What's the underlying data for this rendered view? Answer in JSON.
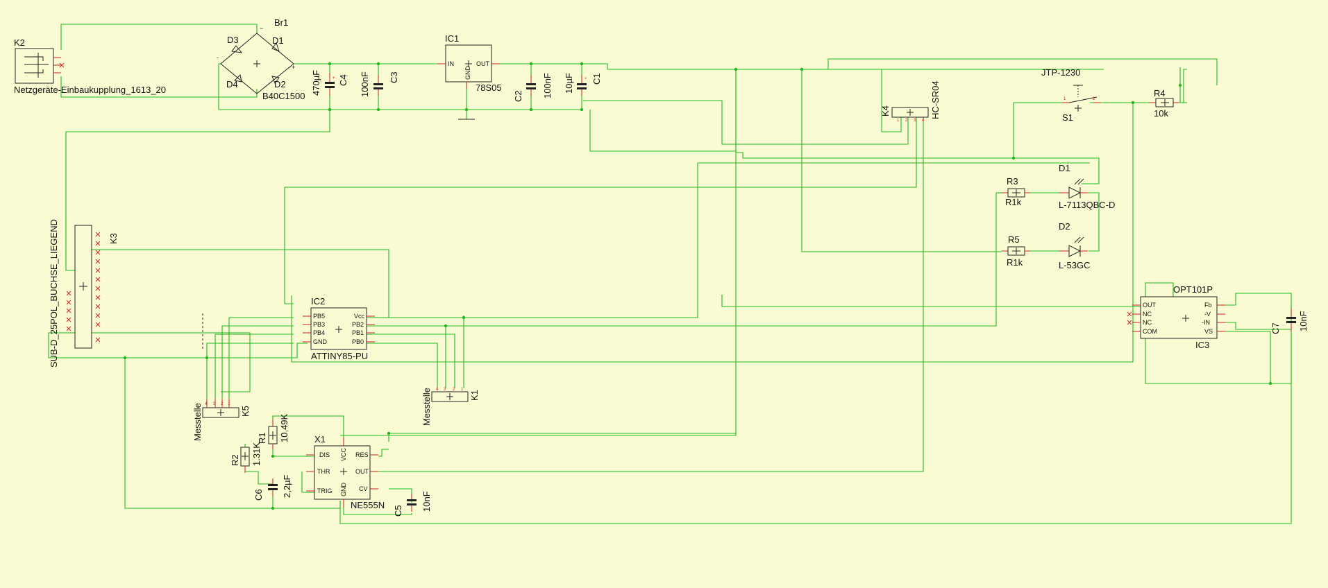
{
  "colors": {
    "background": "#fbfbd3",
    "wire": "#1fb81f",
    "pin": "#c22222",
    "body": "#222222"
  },
  "labels": {
    "k2_name": "K2",
    "k2_value": "Netzgeräte-Einbaukupplung_1613_20",
    "br1_name": "Br1",
    "br1_value": "B40C1500",
    "d3": "D3",
    "d1": "D1",
    "d4": "D4",
    "d2": "D2",
    "c4_name": "C4",
    "c4_value": "470µF",
    "c3_name": "C3",
    "c3_value": "100nF",
    "ic1_name": "IC1",
    "ic1_value": "78S05",
    "ic1_in": "IN",
    "ic1_out": "OUT",
    "ic1_gnd": "GND",
    "c2_name": "C2",
    "c2_value": "100nF",
    "c1_name": "C1",
    "c1_value": "10µF",
    "k4_name": "K4",
    "k4_value": "HC-SR04",
    "s1_name": "S1",
    "s1_value": "JTP-1230",
    "r4_name": "R4",
    "r4_value": "10k",
    "r3_name": "R3",
    "r3_value": "R1k",
    "led1_name": "D1",
    "led1_value": "L-7113QBC-D",
    "r5_name": "R5",
    "r5_value": "R1k",
    "led2_name": "D2",
    "led2_value": "L-53GC",
    "k3_name": "K3",
    "k3_value": "SUB-D_25POL_BUCHSE_LIEGEND",
    "ic2_name": "IC2",
    "ic2_value": "ATTINY85-PU",
    "ic2_pb5": "PB5",
    "ic2_pb3": "PB3",
    "ic2_pb4": "PB4",
    "ic2_gnd": "GND",
    "ic2_vcc": "Vcc",
    "ic2_pb2": "PB2",
    "ic2_pb1": "PB1",
    "ic2_pb0": "PB0",
    "ic3_name": "IC3",
    "ic3_value": "OPT101P",
    "ic3_out": "OUT",
    "ic3_nc1": "NC",
    "ic3_nc2": "NC",
    "ic3_com": "COM",
    "ic3_fb": "Fb",
    "ic3_nv": "-V",
    "ic3_nin": "-IN",
    "ic3_vs": "VS",
    "c7_name": "C7",
    "c7_value": "10nF",
    "k5_name": "K5",
    "k5_value": "Messtelle",
    "k1_name": "K1",
    "k1_value": "Messtelle",
    "r1_name": "R1",
    "r1_value": "10.49K",
    "r2_name": "R2",
    "r2_value": "1.31K",
    "x1_name": "X1",
    "x1_value": "NE555N",
    "x1_dis": "DIS",
    "x1_vcc": "VCC",
    "x1_res": "RES",
    "x1_thr": "THR",
    "x1_out": "OUT",
    "x1_trig": "TRIG",
    "x1_gnd": "GND",
    "x1_cv": "CV",
    "c6_name": "C6",
    "c6_value": "2,2µF",
    "c5_name": "C5",
    "c5_value": "10nF"
  }
}
